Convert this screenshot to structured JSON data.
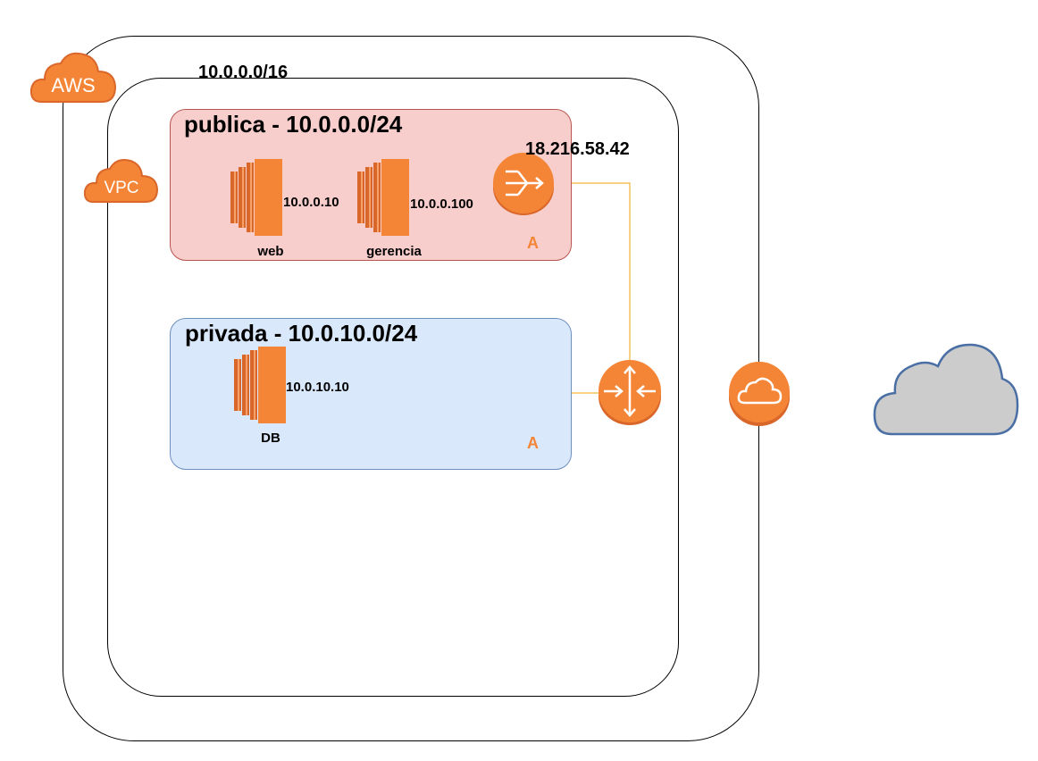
{
  "cloud": {
    "badge": "AWS"
  },
  "vpc": {
    "badge": "VPC",
    "cidr": "10.0.0.0/16"
  },
  "public_subnet": {
    "title": "publica - 10.0.0.0/24",
    "az": "A",
    "instances": [
      {
        "name": "web",
        "ip": "10.0.0.10"
      },
      {
        "name": "gerencia",
        "ip": "10.0.0.100"
      }
    ],
    "nat_gateway_ip": "18.216.58.42"
  },
  "private_subnet": {
    "title": "privada - 10.0.10.0/24",
    "az": "A",
    "instances": [
      {
        "name": "DB",
        "ip": "10.0.10.10"
      }
    ]
  },
  "colors": {
    "aws_orange": "#f58536",
    "aws_orange_dark": "#d9672a",
    "public_fill": "#f8cecc",
    "public_border": "#b85450",
    "private_fill": "#dae8fc",
    "private_border": "#6c8ebf",
    "connector": "#f0a30a",
    "internet_fill": "#cccccc",
    "internet_stroke": "#4a6fa5"
  },
  "icons": {
    "ec2": "ec2-instance-icon",
    "nat": "nat-gateway-icon",
    "router": "router-icon",
    "igw": "internet-gateway-icon",
    "internet": "internet-cloud-icon"
  }
}
